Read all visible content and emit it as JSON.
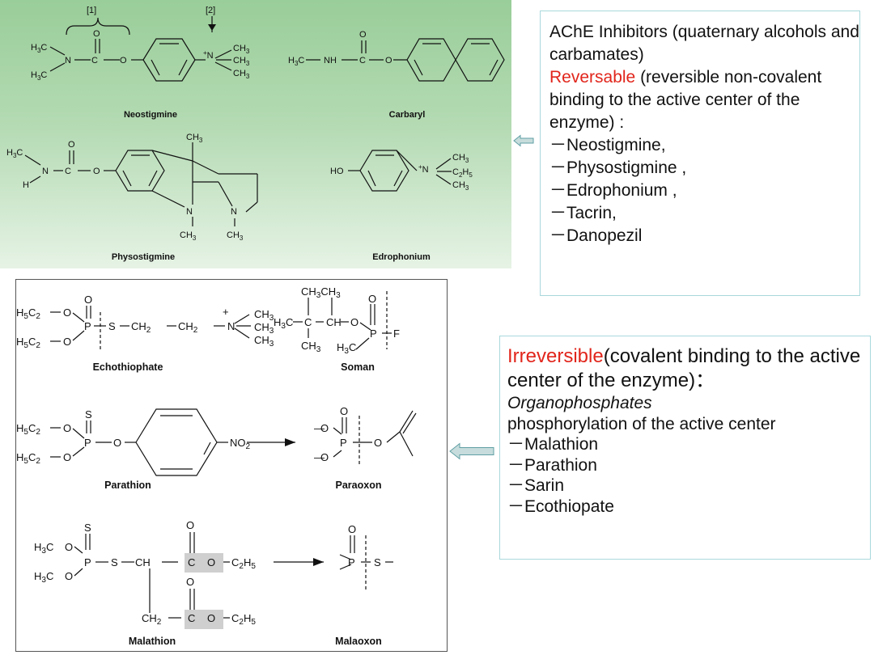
{
  "reversible_figure": {
    "labels": {
      "neostigmine": "Neostigmine",
      "carbaryl": "Carbaryl",
      "physostigmine": "Physostigmine",
      "edrophonium": "Edrophonium"
    },
    "markers": [
      "[1]",
      "[2]"
    ]
  },
  "irreversible_figure": {
    "labels": {
      "echothiophate": "Echothiophate",
      "soman": "Soman",
      "parathion": "Parathion",
      "paraoxon": "Paraoxon",
      "malathion": "Malathion",
      "malaoxon": "Malaoxon"
    }
  },
  "reversible_box": {
    "heading": "AChE Inhibitors (quaternary alcohols and carbamates)",
    "highlight": "Reversable",
    "description": " (reversible non-covalent binding to the active center of the enzyme) :",
    "items": [
      "－Neostigmine,",
      "－Physostigmine ,",
      "－Edrophonium ,",
      "－Tacrin,",
      "－Danopezil"
    ]
  },
  "irreversible_box": {
    "highlight": "Irreversible",
    "description": "(covalent binding to the active center of the enzyme)：",
    "class_name": "Organophosphates",
    "mechanism": "phosphorylation of the active center",
    "items": [
      "－Malathion",
      "－Parathion",
      "－Sarin",
      "－Ecothiopate"
    ]
  },
  "colors": {
    "highlight": "#e1251b",
    "box_border": "#a9d8dc",
    "arrow_fill": "#c7dcdc",
    "arrow_stroke": "#5f9fa4",
    "figure_green": "#99cd99"
  }
}
